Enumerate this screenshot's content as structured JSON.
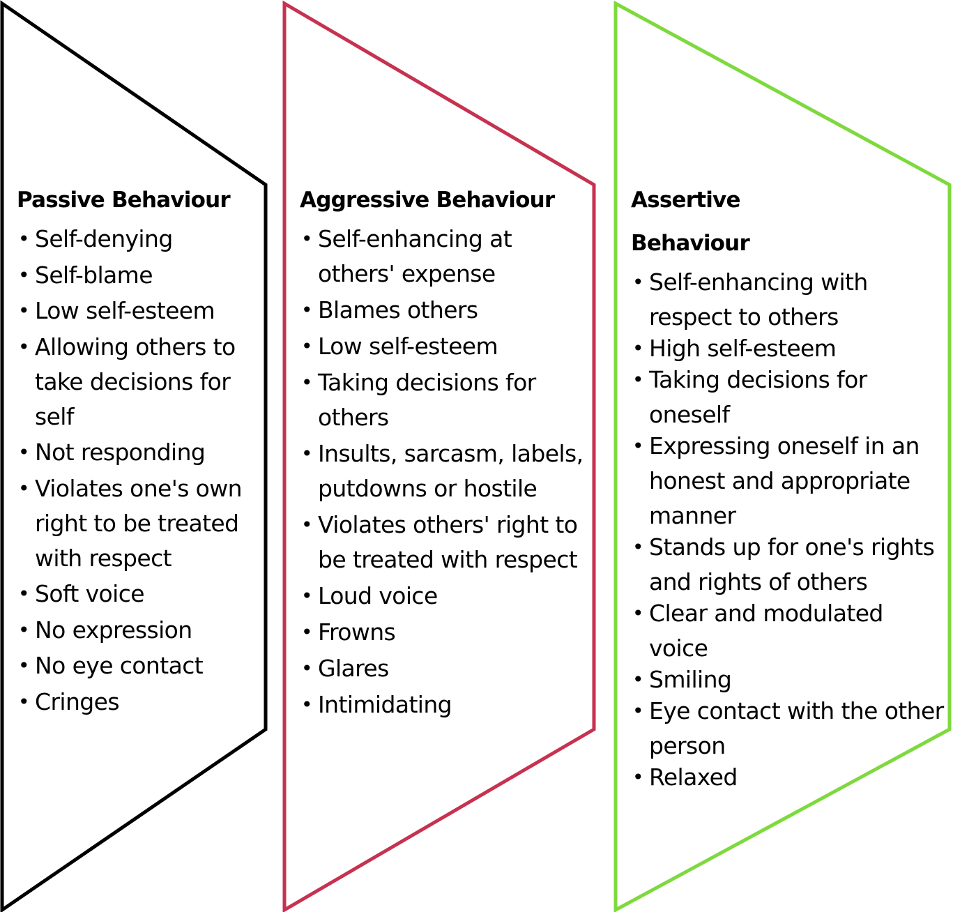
{
  "colors": {
    "passive": "#000000",
    "aggressive": "#c6324f",
    "assertive": "#7ed93d"
  },
  "passive": {
    "heading": "Passive Behaviour",
    "items": [
      "Self-denying",
      "Self-blame",
      "Low self-esteem",
      "Allowing others to take decisions for self",
      "Not responding",
      "Violates one's own right to be treated with respect",
      "Soft voice",
      "No expression",
      "No eye contact",
      "Cringes"
    ]
  },
  "aggressive": {
    "heading": "Aggressive Behaviour",
    "items": [
      "Self-enhancing at others' expense",
      "Blames others",
      "Low self-esteem",
      "Taking decisions for others",
      "Insults, sarcasm, labels, putdowns or hostile",
      "Violates others' right to be treated with respect",
      "Loud voice",
      "Frowns",
      "Glares",
      "Intimidating"
    ]
  },
  "assertive": {
    "heading": "Assertive Behaviour",
    "items": [
      "Self-enhancing with respect to others",
      "High self-esteem",
      "Taking decisions for oneself",
      "Expressing oneself in an honest and appropriate manner",
      "Stands up for one's rights and rights of others",
      "Clear and modulated voice",
      "Smiling",
      "Eye contact with the other person",
      "Relaxed"
    ]
  }
}
